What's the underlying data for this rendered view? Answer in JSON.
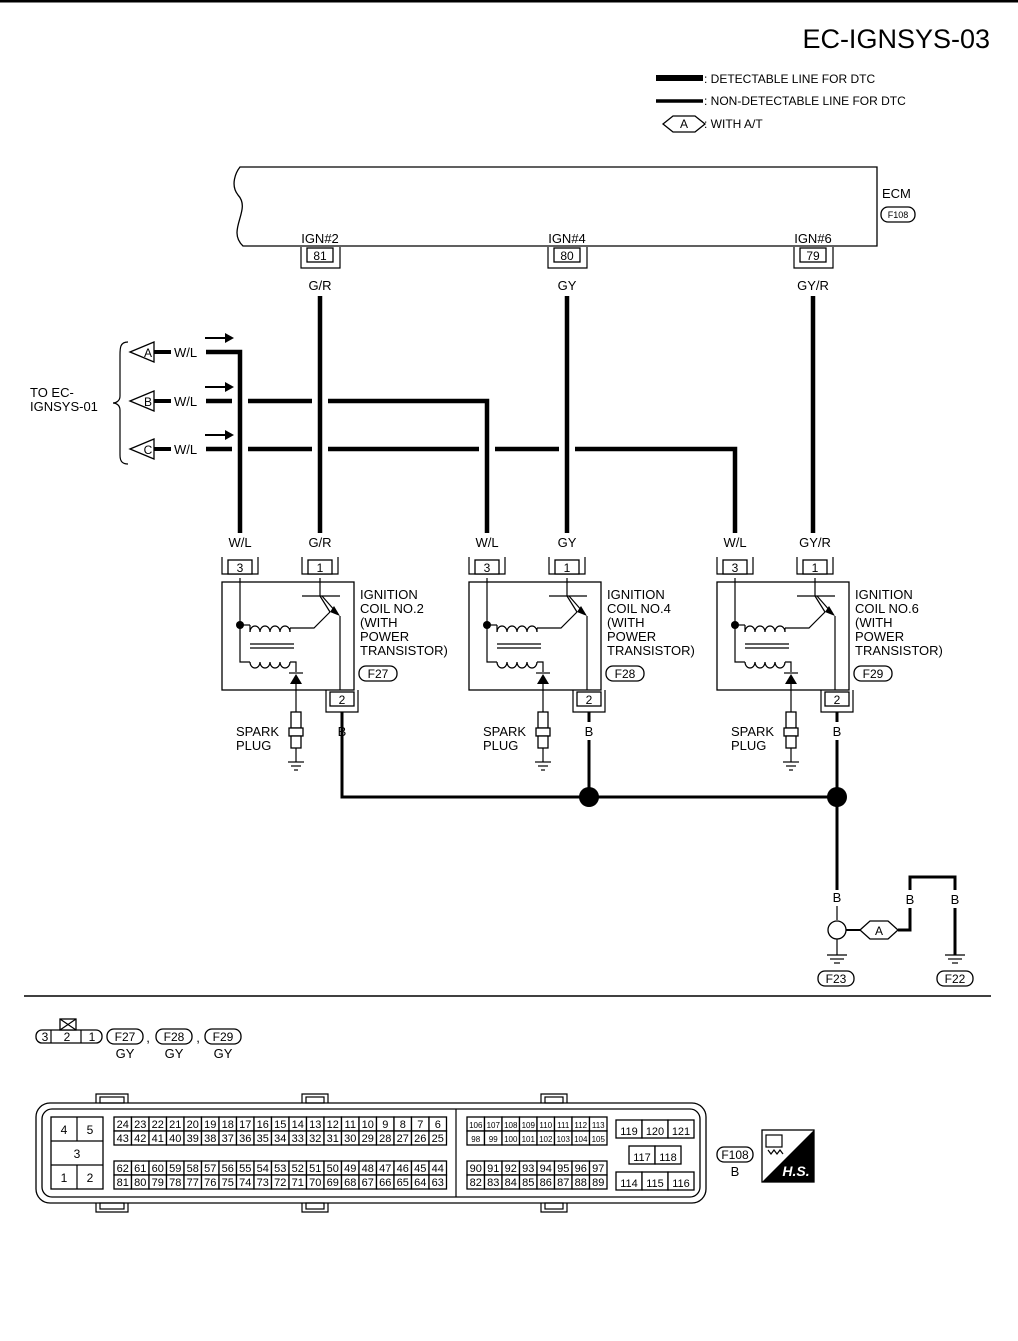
{
  "title": "EC-IGNSYS-03",
  "legend": {
    "detectable": ": DETECTABLE LINE FOR DTC",
    "non_detectable": ": NON-DETECTABLE LINE FOR DTC",
    "option_tag": "A",
    "option_text": ": WITH A/T"
  },
  "ecm": {
    "name": "ECM",
    "connector": "F108"
  },
  "ecm_pins": [
    {
      "func": "IGN#2",
      "pin": "81",
      "wire": "G/R"
    },
    {
      "func": "IGN#4",
      "pin": "80",
      "wire": "GY"
    },
    {
      "func": "IGN#6",
      "pin": "79",
      "wire": "GY/R"
    }
  ],
  "to_ref": {
    "line1": "TO EC-",
    "line2": "IGNSYS-01"
  },
  "refs": [
    {
      "tag": "A",
      "wire": "W/L"
    },
    {
      "tag": "B",
      "wire": "W/L"
    },
    {
      "tag": "C",
      "wire": "W/L"
    }
  ],
  "coils": [
    {
      "pin3": "3",
      "pin1": "1",
      "pin2": "2",
      "wire3": "W/L",
      "wire1": "G/R",
      "wire2": "B",
      "name_lines": [
        "IGNITION",
        "COIL NO.2",
        "(WITH",
        " POWER",
        " TRANSISTOR)"
      ],
      "connector": "F27",
      "spark": [
        "SPARK",
        "PLUG"
      ]
    },
    {
      "pin3": "3",
      "pin1": "1",
      "pin2": "2",
      "wire3": "W/L",
      "wire1": "GY",
      "wire2": "B",
      "name_lines": [
        "IGNITION",
        "COIL NO.4",
        "(WITH",
        " POWER",
        " TRANSISTOR)"
      ],
      "connector": "F28",
      "spark": [
        "SPARK",
        "PLUG"
      ]
    },
    {
      "pin3": "3",
      "pin1": "1",
      "pin2": "2",
      "wire3": "W/L",
      "wire1": "GY/R",
      "wire2": "B",
      "name_lines": [
        "IGNITION",
        "COIL NO.6",
        "(WITH",
        " POWER",
        " TRANSISTOR)"
      ],
      "connector": "F29",
      "spark": [
        "SPARK",
        "PLUG"
      ]
    }
  ],
  "ground": {
    "wire_main": "B",
    "wire_b1": "B",
    "wire_b2": "B",
    "option_tag": "A",
    "g1": "F23",
    "g2": "F22"
  },
  "coil_connector": {
    "pins": [
      "3",
      "2",
      "1"
    ],
    "refs": [
      "F27",
      "F28",
      "F29"
    ],
    "colors": [
      "GY",
      "GY",
      "GY"
    ],
    "sep": ","
  },
  "ecm_connector": {
    "left_block": [
      "4",
      "5",
      "3",
      "1",
      "2"
    ],
    "row1": [
      "24",
      "23",
      "22",
      "21",
      "20",
      "19",
      "18",
      "17",
      "16",
      "15",
      "14",
      "13",
      "12",
      "11",
      "10",
      "9",
      "8",
      "7",
      "6"
    ],
    "row2": [
      "43",
      "42",
      "41",
      "40",
      "39",
      "38",
      "37",
      "36",
      "35",
      "34",
      "33",
      "32",
      "31",
      "30",
      "29",
      "28",
      "27",
      "26",
      "25"
    ],
    "row3": [
      "62",
      "61",
      "60",
      "59",
      "58",
      "57",
      "56",
      "55",
      "54",
      "53",
      "52",
      "51",
      "50",
      "49",
      "48",
      "47",
      "46",
      "45",
      "44"
    ],
    "row4": [
      "81",
      "80",
      "79",
      "78",
      "77",
      "76",
      "75",
      "74",
      "73",
      "72",
      "71",
      "70",
      "69",
      "68",
      "67",
      "66",
      "65",
      "64",
      "63"
    ],
    "mid1": [
      "106",
      "107",
      "108",
      "109",
      "110",
      "111",
      "112",
      "113"
    ],
    "mid2": [
      "98",
      "99",
      "100",
      "101",
      "102",
      "103",
      "104",
      "105"
    ],
    "mid3": [
      "90",
      "91",
      "92",
      "93",
      "94",
      "95",
      "96",
      "97"
    ],
    "mid4": [
      "82",
      "83",
      "84",
      "85",
      "86",
      "87",
      "88",
      "89"
    ],
    "right1": [
      "119",
      "120",
      "121"
    ],
    "right2": [
      "117",
      "118"
    ],
    "right3": [
      "114",
      "115",
      "116"
    ],
    "ref": "F108",
    "color": "B",
    "hs_text": "H.S."
  }
}
